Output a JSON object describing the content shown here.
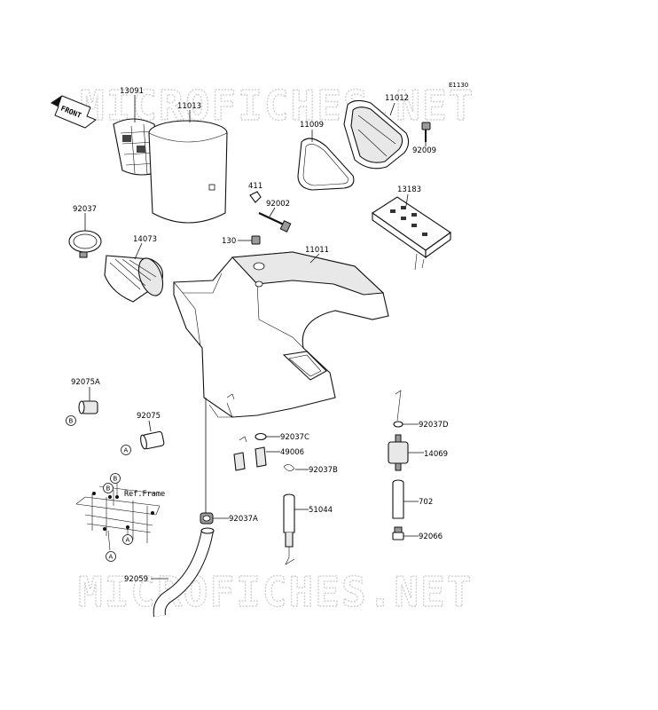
{
  "diagram_code": "E1130",
  "watermark": "MICROFICHES.NET",
  "front_arrow": "FRONT",
  "ref_frame": "Ref.Frame",
  "circle_letters": {
    "a": "A",
    "b": "B"
  },
  "parts": {
    "p13091": "13091",
    "p11013": "11013",
    "p11012": "11012",
    "p11009": "11009",
    "p92009": "92009",
    "p411": "411",
    "p92002": "92002",
    "p13183": "13183",
    "p92037": "92037",
    "p14073": "14073",
    "p130": "130",
    "p11011": "11011",
    "p92075A": "92075A",
    "p92075": "92075",
    "p92037D": "92037D",
    "p92037C": "92037C",
    "p49006": "49006",
    "p14069": "14069",
    "p92037B": "92037B",
    "p702": "702",
    "p51044": "51044",
    "p92037A": "92037A",
    "p92066": "92066",
    "p92059": "92059"
  },
  "colors": {
    "ink": "#111111",
    "watermark": "#cfcfcf",
    "background": "#ffffff"
  }
}
